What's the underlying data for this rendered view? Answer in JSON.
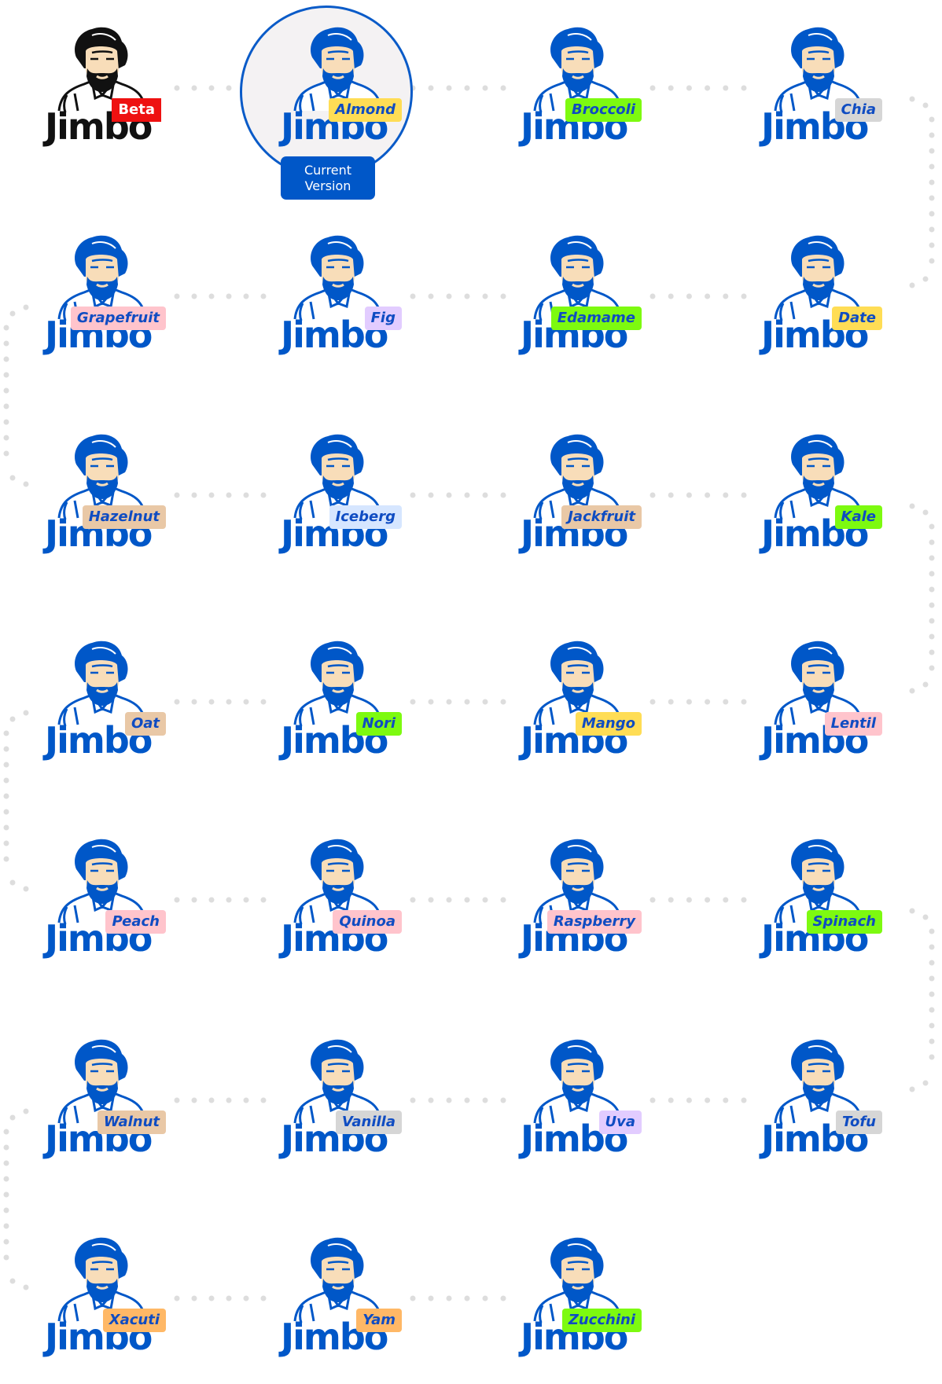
{
  "current_version": {
    "label_line1": "Current",
    "label_line2": "Version",
    "tag": "Almond"
  },
  "brand_word": "Jimbo",
  "colors": {
    "brand_blue": "#0057c8",
    "skin": "#f8ddb9",
    "beta_red": "#ee1111",
    "dot_gray": "#dddddd"
  },
  "versions": [
    {
      "tag": "Beta",
      "tag_bg": "#ee1111",
      "tag_fg": "#ffffff",
      "style": "original"
    },
    {
      "tag": "Almond",
      "tag_bg": "#ffdd55",
      "tag_fg": "#0f4cc2",
      "current": true
    },
    {
      "tag": "Broccoli",
      "tag_bg": "#7dfa10",
      "tag_fg": "#0f4cc2"
    },
    {
      "tag": "Chia",
      "tag_bg": "#d6d6d6",
      "tag_fg": "#0f4cc2"
    },
    {
      "tag": "Date",
      "tag_bg": "#ffdd55",
      "tag_fg": "#0f4cc2"
    },
    {
      "tag": "Edamame",
      "tag_bg": "#7dfa10",
      "tag_fg": "#0f4cc2"
    },
    {
      "tag": "Fig",
      "tag_bg": "#e2ccff",
      "tag_fg": "#0f4cc2"
    },
    {
      "tag": "Grapefruit",
      "tag_bg": "#ffc4cc",
      "tag_fg": "#0f4cc2"
    },
    {
      "tag": "Hazelnut",
      "tag_bg": "#e9c8a6",
      "tag_fg": "#0f4cc2"
    },
    {
      "tag": "Iceberg",
      "tag_bg": "#d6e6ff",
      "tag_fg": "#0f4cc2"
    },
    {
      "tag": "Jackfruit",
      "tag_bg": "#e9c8a6",
      "tag_fg": "#0f4cc2"
    },
    {
      "tag": "Kale",
      "tag_bg": "#7dfa10",
      "tag_fg": "#0f4cc2"
    },
    {
      "tag": "Lentil",
      "tag_bg": "#ffc4cc",
      "tag_fg": "#0f4cc2"
    },
    {
      "tag": "Mango",
      "tag_bg": "#ffdd55",
      "tag_fg": "#0f4cc2"
    },
    {
      "tag": "Nori",
      "tag_bg": "#7dfa10",
      "tag_fg": "#0f4cc2"
    },
    {
      "tag": "Oat",
      "tag_bg": "#e9c8a6",
      "tag_fg": "#0f4cc2"
    },
    {
      "tag": "Peach",
      "tag_bg": "#ffc4cc",
      "tag_fg": "#0f4cc2"
    },
    {
      "tag": "Quinoa",
      "tag_bg": "#ffc4cc",
      "tag_fg": "#0f4cc2"
    },
    {
      "tag": "Raspberry",
      "tag_bg": "#ffc4cc",
      "tag_fg": "#0f4cc2"
    },
    {
      "tag": "Spinach",
      "tag_bg": "#7dfa10",
      "tag_fg": "#0f4cc2"
    },
    {
      "tag": "Tofu",
      "tag_bg": "#d6d6d6",
      "tag_fg": "#0f4cc2"
    },
    {
      "tag": "Uva",
      "tag_bg": "#e2ccff",
      "tag_fg": "#0f4cc2"
    },
    {
      "tag": "Vanilla",
      "tag_bg": "#d6d6d6",
      "tag_fg": "#0f4cc2"
    },
    {
      "tag": "Walnut",
      "tag_bg": "#e9c8a6",
      "tag_fg": "#0f4cc2"
    },
    {
      "tag": "Xacuti",
      "tag_bg": "#ffb866",
      "tag_fg": "#0f4cc2"
    },
    {
      "tag": "Yam",
      "tag_bg": "#ffb866",
      "tag_fg": "#0f4cc2"
    },
    {
      "tag": "Zucchini",
      "tag_bg": "#7dfa10",
      "tag_fg": "#0f4cc2"
    }
  ]
}
